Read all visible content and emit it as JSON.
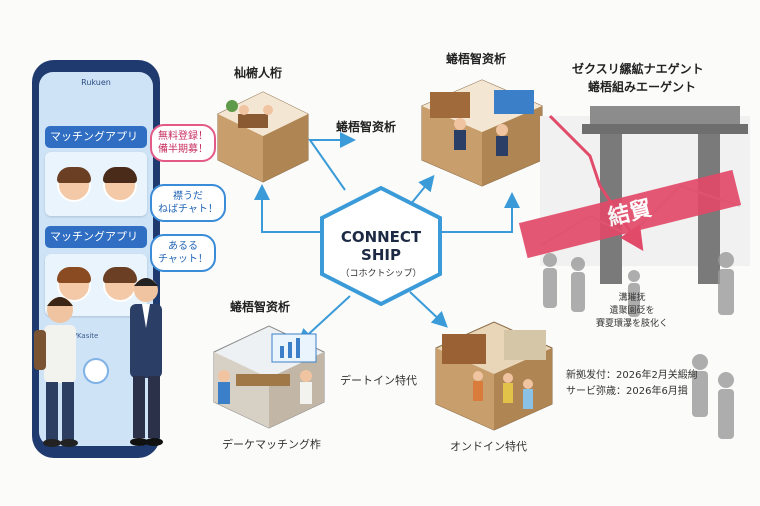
{
  "phone": {
    "header": "Rukuen",
    "card1_title": "マッチングアプリ",
    "card2_title": "マッチングアプリ",
    "card3_note": "rinally/Kasite"
  },
  "bubbles": {
    "pink": [
      "無料登録！",
      "備半期募！"
    ],
    "blue1": [
      "襟うだ",
      "ねばチャト！"
    ],
    "blue2": [
      "あるる",
      "チャット！"
    ]
  },
  "scenes": {
    "top_left_label": "杣椨人桁",
    "top_mid_label": "蜷梧智资析",
    "mid_label": "蜷梧智资析",
    "bottom_left_label": "蜷梧智资析",
    "bottom_left_caption": "デーケマッチング柞",
    "bottom_mid_caption": "デートイン特代",
    "bottom_right_caption": "オンドイン特代"
  },
  "center": {
    "title_line1": "CONNECT",
    "title_line2": "SHIP",
    "subtitle": "（コホクトシップ）"
  },
  "right": {
    "title_line1": "ゼクスリ縲絋ナエゲント",
    "title_line2": "蜷梧組みエーゲント",
    "banner": "結貿",
    "note_lines": [
      "溝璀抚",
      "遺聚園砭を",
      "賽夏環瀑を肢化く"
    ],
    "info_line1": "新拠发付：2026年2月关緞絢",
    "info_line2": "サービ弥歳：2026年6月揖"
  },
  "colors": {
    "accent_blue": "#3a9bd8",
    "phone_blue": "#1f3a6e",
    "banner_pink": "#e24a6a"
  }
}
